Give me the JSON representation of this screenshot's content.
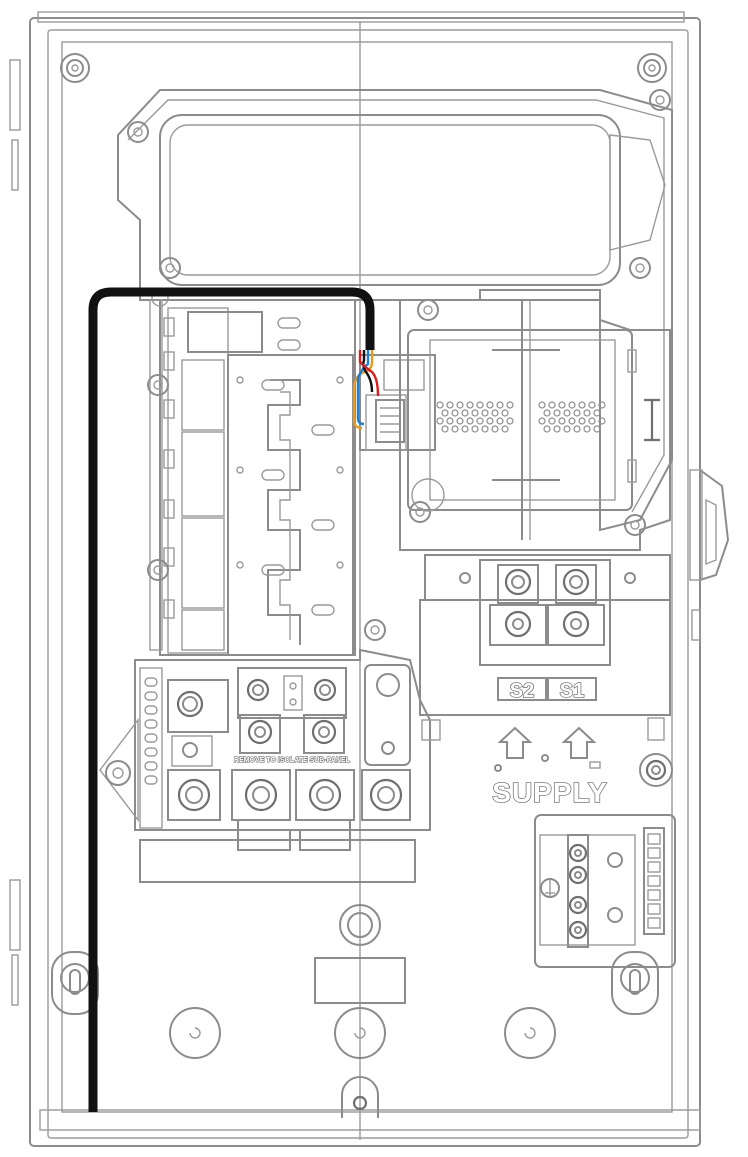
{
  "labels": {
    "s2": "S2",
    "s1": "S1",
    "supply": "SUPPLY",
    "remove_note": "REMOVE TO ISOLATE SUB-PANEL"
  },
  "colors": {
    "outline": "#8c8c8c",
    "cable": "#111111",
    "wire_red": "#d81e1e",
    "wire_blue": "#1f7fd1",
    "wire_orange": "#e89a1c",
    "wire_black": "#111111"
  }
}
